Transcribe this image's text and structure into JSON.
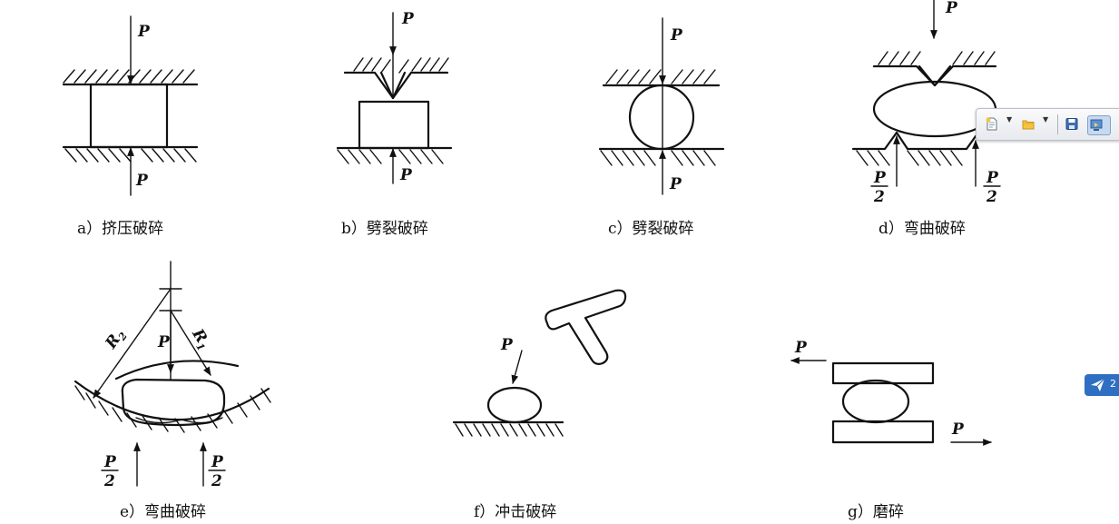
{
  "force_label": "P",
  "half_force": {
    "num": "P",
    "den": "2"
  },
  "radius_labels": {
    "r2": "R",
    "r2_sub": "2",
    "r1": "R",
    "r1_sub": "1"
  },
  "captions": {
    "a": "a）挤压破碎",
    "b": "b）劈裂破碎",
    "c": "c）劈裂破碎",
    "d": "d）弯曲破碎",
    "e": "e）弯曲破碎",
    "f": "f）冲击破碎",
    "g": "g）磨碎"
  },
  "toolbar": {
    "icons": [
      "new-document-icon",
      "folder-icon",
      "save-icon",
      "screen-icon"
    ]
  },
  "tray": {
    "label": "2"
  }
}
